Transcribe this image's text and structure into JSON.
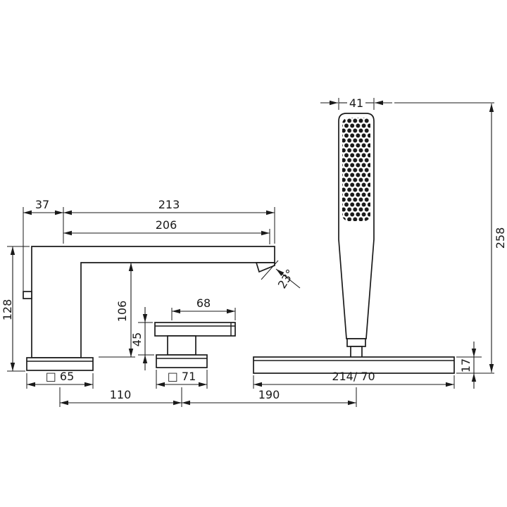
{
  "colors": {
    "ink": "#1a1a1a",
    "background": "#ffffff"
  },
  "dims": {
    "shower_head_width": "41",
    "shower_height": "258",
    "spout_back_offset": "37",
    "spout_length_total": "213",
    "spout_reach": "206",
    "spout_height": "128",
    "spout_clearance": "106",
    "handle_length": "68",
    "handle_height": "45",
    "spray_angle": "23°",
    "spout_base_square": "□ 65",
    "handle_base_square": "□ 71",
    "spout_to_handle_spacing": "110",
    "handle_to_shower_spacing": "190",
    "shower_base_plate": "214/ 70",
    "base_plate_height": "17"
  }
}
